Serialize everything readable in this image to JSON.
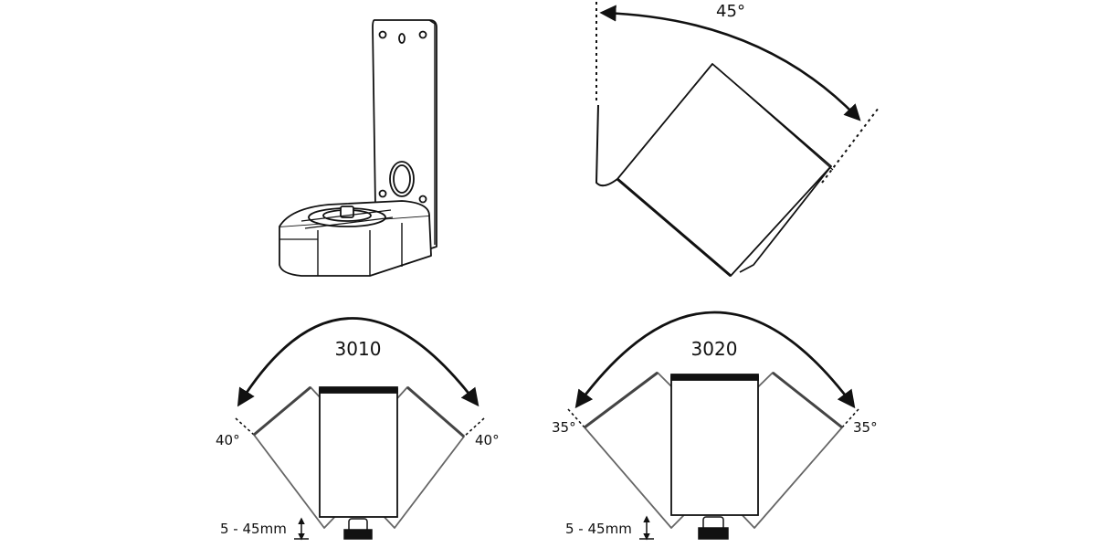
{
  "tilt": {
    "angle_label": "45°"
  },
  "panels": [
    {
      "model": "3010",
      "left_angle": "40°",
      "right_angle": "40°",
      "offset_range": "5 - 45mm"
    },
    {
      "model": "3020",
      "left_angle": "35°",
      "right_angle": "35°",
      "offset_range": "5 - 45mm"
    }
  ],
  "colors": {
    "stroke": "#111111",
    "speaker_outline": "#666666",
    "background": "#ffffff"
  }
}
